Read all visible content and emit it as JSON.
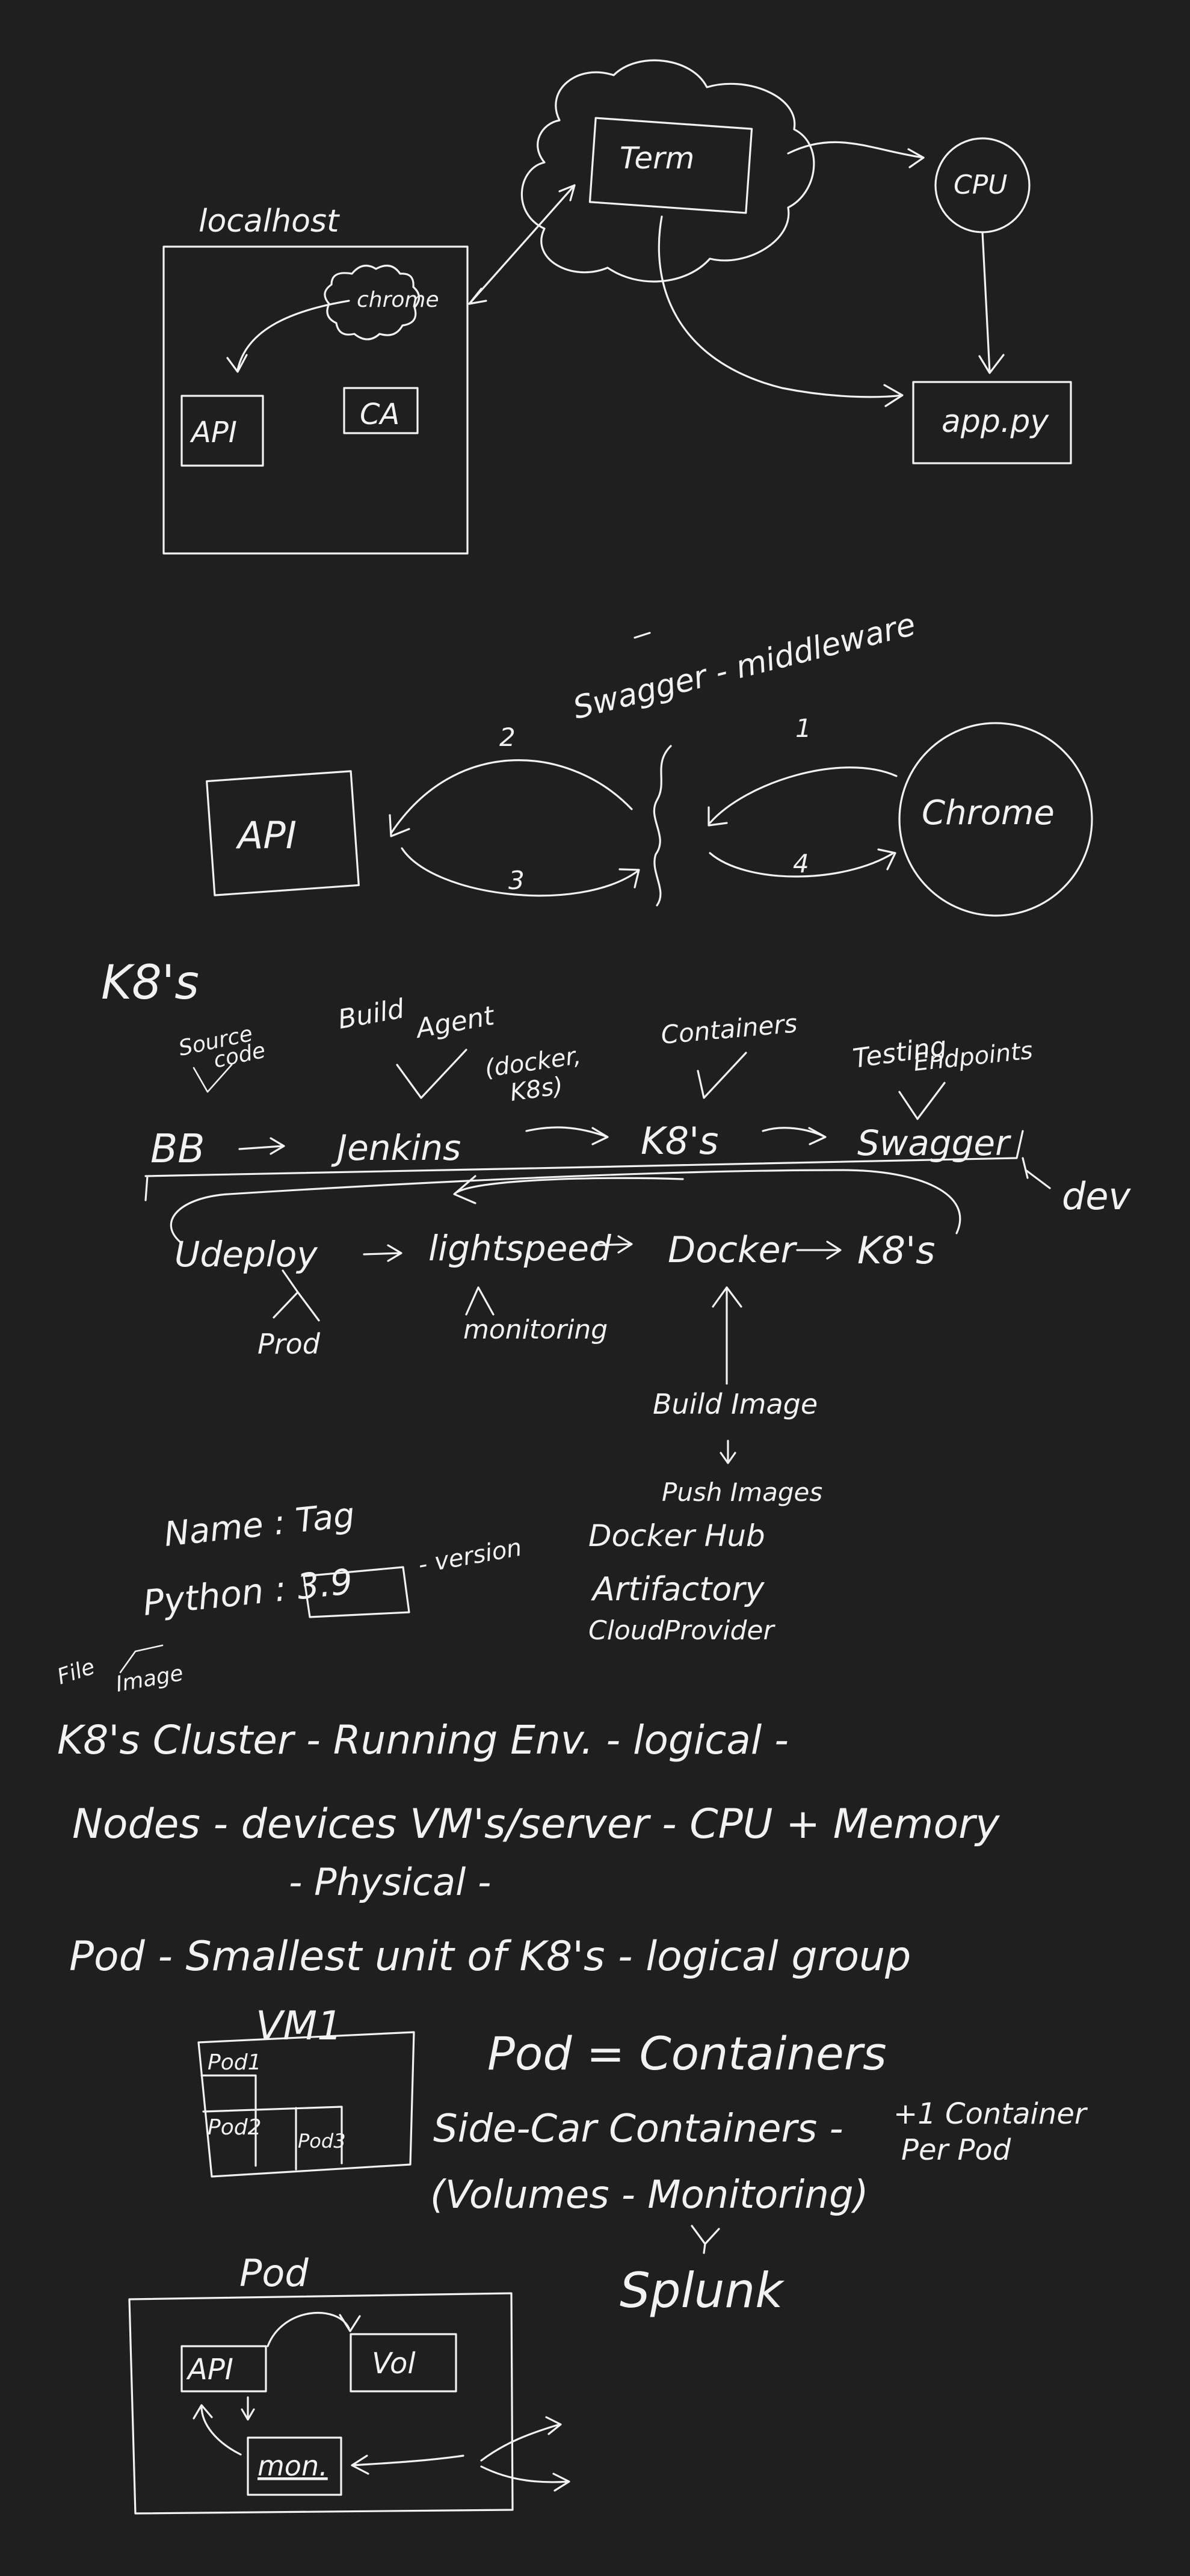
{
  "colors": {
    "background": "#1f1f1f",
    "ink": "#f2f2f2"
  },
  "sec1": {
    "localhost": "localhost",
    "chrome": "chrome",
    "api": "API",
    "ca": "CA",
    "term": "Term",
    "cpu": "CPU",
    "app": "app.py"
  },
  "sec2": {
    "swagger_label": "Swagger - middleware",
    "api": "API",
    "chrome": "Chrome",
    "n1": "1",
    "n2": "2",
    "n3": "3",
    "n4": "4"
  },
  "sec3": {
    "title": "K8's",
    "source_code_1": "Source",
    "source_code_2": "code",
    "build_agent_1": "Build",
    "build_agent_2": "Agent",
    "docker_k8s_1": "(docker,",
    "docker_k8s_2": "K8s)",
    "containers": "Containers",
    "testing_1": "Testing",
    "testing_2": "Endpoints",
    "bb": "BB",
    "jenkins": "Jenkins",
    "k8s_1": "K8's",
    "swagger": "Swagger",
    "dev": "dev",
    "udeploy": "Udeploy",
    "lightspeed": "lightspeed",
    "docker": "Docker",
    "k8s_2": "K8's",
    "prod": "Prod",
    "monitoring": "monitoring",
    "build_image": "Build Image",
    "push_images": "Push Images",
    "docker_hub": "Docker Hub",
    "artifactory": "Artifactory",
    "cloud_provider": "CloudProvider"
  },
  "sec4": {
    "name_tag": "Name : Tag",
    "python": "Python : 3.9",
    "version": "- version",
    "file_image_1": "File",
    "file_image_2": "Image",
    "cluster": "K8's  Cluster - Running Env.  - logical -",
    "nodes": "Nodes - devices  VM's/server - CPU + Memory",
    "physical": "- Physical -",
    "pod_line": "Pod - Smallest unit of K8's - logical group",
    "vm1": "VM1",
    "pod1": "Pod1",
    "pod2": "Pod2",
    "pod3": "Pod3",
    "pod_eq": "Pod = Containers",
    "sidecar": "Side-Car Containers -",
    "plus1_1": "+1 Container",
    "plus1_2": "Per Pod",
    "volumes": "(Volumes - Monitoring)",
    "splunk": "Splunk",
    "pod_title": "Pod",
    "api": "API",
    "vol": "Vol",
    "mon": "mon."
  }
}
